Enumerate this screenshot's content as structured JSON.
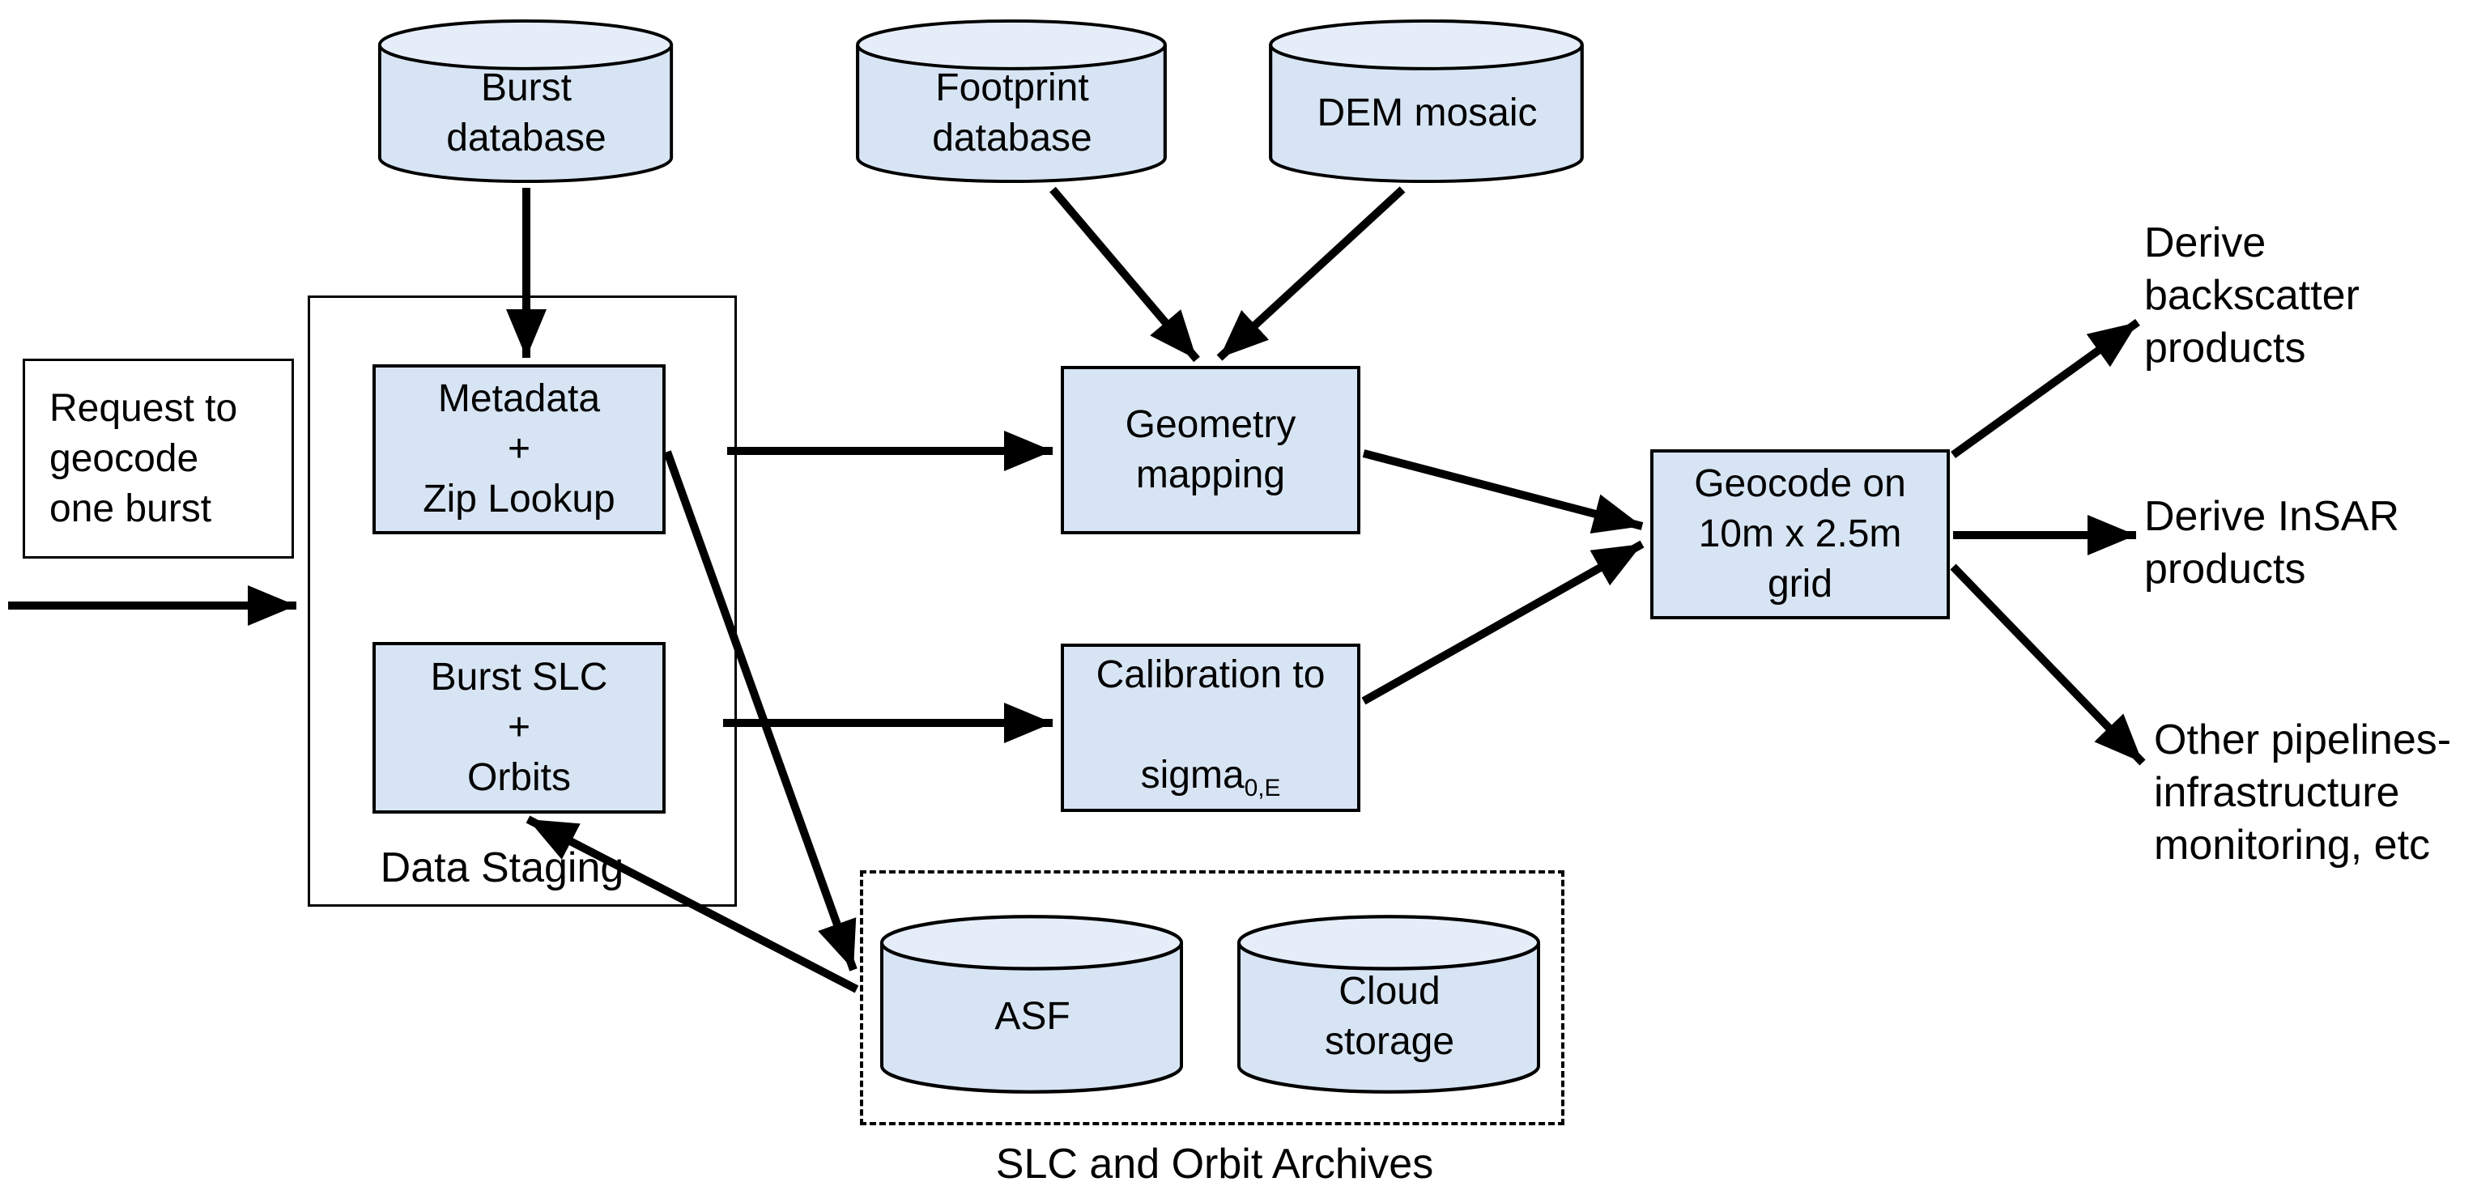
{
  "colors": {
    "canvas_bg": "#ffffff",
    "shape_fill": "#d7e4f3",
    "cylinder_top_fill": "#e4edf8",
    "stroke": "#000000",
    "text": "#000000"
  },
  "nodes": {
    "burst_database": {
      "type": "database-cylinder",
      "label": "Burst\ndatabase"
    },
    "footprint_database": {
      "type": "database-cylinder",
      "label": "Footprint\ndatabase"
    },
    "dem_mosaic": {
      "type": "database-cylinder",
      "label": "DEM mosaic"
    },
    "request_box": {
      "type": "process-box",
      "label": "Request to\ngeocode\none burst"
    },
    "metadata_zip_lookup": {
      "type": "process-box",
      "label": "Metadata\n+\nZip Lookup"
    },
    "burst_slc_orbits": {
      "type": "process-box",
      "label": "Burst SLC\n+\nOrbits"
    },
    "data_staging_group": {
      "type": "solid-group",
      "label": "Data Staging"
    },
    "geometry_mapping": {
      "type": "process-box",
      "label": "Geometry\nmapping"
    },
    "calibration": {
      "type": "process-box",
      "line1": "Calibration to",
      "base": "sigma",
      "subscript": "0,E"
    },
    "geocode_grid": {
      "type": "process-box",
      "label": "Geocode on\n10m x 2.5m\ngrid"
    },
    "asf": {
      "type": "database-cylinder",
      "label": "ASF"
    },
    "cloud_storage": {
      "type": "database-cylinder",
      "label": "Cloud\nstorage"
    },
    "slc_orbit_archives_group": {
      "type": "dashed-group",
      "label": "SLC and Orbit Archives"
    },
    "derive_backscatter": {
      "type": "annotation-text",
      "label": "Derive\nbackscatter\nproducts"
    },
    "derive_insar": {
      "type": "annotation-text",
      "label": "Derive InSAR\nproducts"
    },
    "other_pipelines": {
      "type": "annotation-text",
      "label": "Other pipelines-\ninfrastructure\nmonitoring, etc"
    }
  },
  "edges": [
    {
      "from": "burst-database",
      "to": "metadata-zip-lookup"
    },
    {
      "from": "external-input",
      "to": "data-staging-group"
    },
    {
      "from": "footprint-database",
      "to": "geometry-mapping"
    },
    {
      "from": "dem-mosaic",
      "to": "geometry-mapping"
    },
    {
      "from": "data-staging-metadata",
      "to": "geometry-mapping"
    },
    {
      "from": "data-staging-burst-slc",
      "to": "calibration"
    },
    {
      "from": "geometry-mapping",
      "to": "geocode-grid"
    },
    {
      "from": "calibration",
      "to": "geocode-grid"
    },
    {
      "from": "metadata-zip-lookup",
      "to": "slc-orbit-archives"
    },
    {
      "from": "slc-orbit-archives",
      "to": "burst-slc-orbits"
    },
    {
      "from": "geocode-grid",
      "to": "derive-backscatter"
    },
    {
      "from": "geocode-grid",
      "to": "derive-insar"
    },
    {
      "from": "geocode-grid",
      "to": "other-pipelines"
    }
  ]
}
